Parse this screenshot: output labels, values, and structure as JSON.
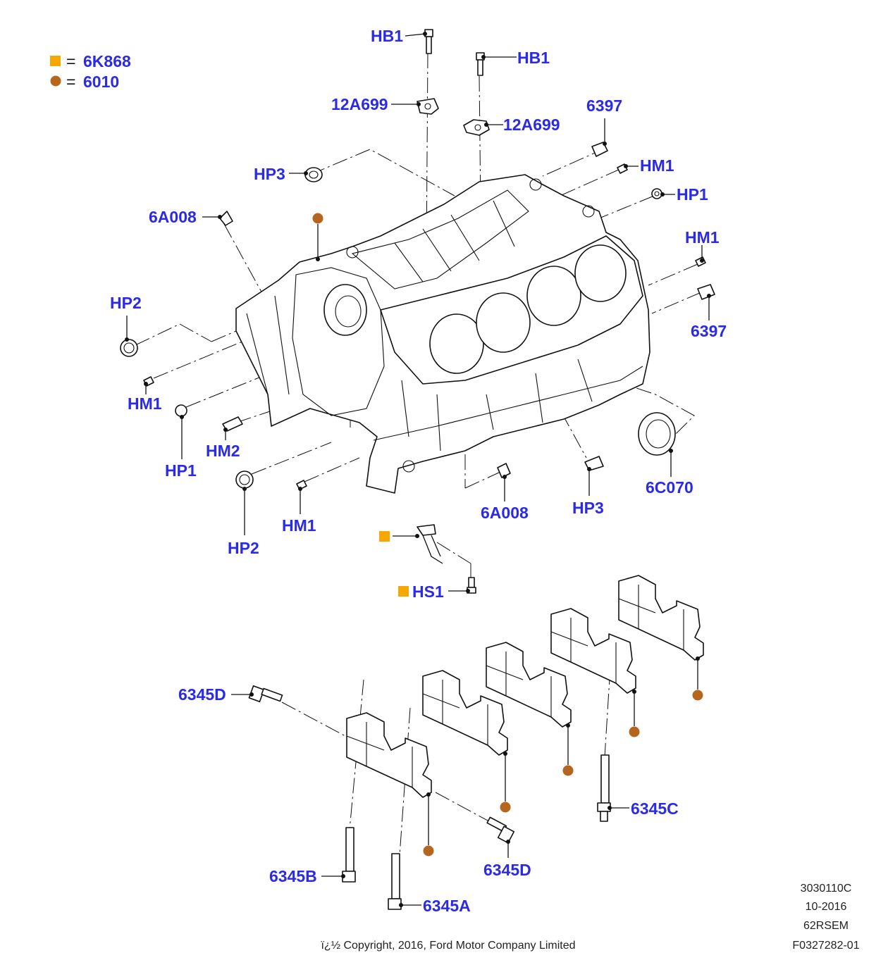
{
  "legend": {
    "items": [
      {
        "symbol": "square",
        "color": "#f7a800",
        "equals": "=",
        "code": "6K868"
      },
      {
        "symbol": "circle",
        "color": "#b5651d",
        "equals": "=",
        "code": "6010"
      }
    ]
  },
  "callouts": {
    "hb1_a": "HB1",
    "hb1_b": "HB1",
    "c12a699_a": "12A699",
    "c12a699_b": "12A699",
    "c6397_a": "6397",
    "c6397_b": "6397",
    "hm1_a": "HM1",
    "hm1_b": "HM1",
    "hm1_c": "HM1",
    "hm1_d": "HM1",
    "hp1_a": "HP1",
    "hp1_b": "HP1",
    "hp2_a": "HP2",
    "hp2_b": "HP2",
    "hp3_a": "HP3",
    "hp3_b": "HP3",
    "hm2": "HM2",
    "c6a008_a": "6A008",
    "c6a008_b": "6A008",
    "c6c070": "6C070",
    "hs1": "HS1",
    "c6345d_a": "6345D",
    "c6345d_b": "6345D",
    "c6345c": "6345C",
    "c6345b": "6345B",
    "c6345a": "6345A"
  },
  "footer": {
    "code": "3030110C",
    "date": "10-2016",
    "model": "62RSEM",
    "figure": "F0327282-01",
    "copyright": "ï¿½ Copyright, 2016, Ford Motor Company Limited"
  },
  "colors": {
    "label": "#2a2ae8",
    "square_marker": "#f7a800",
    "circle_marker": "#b5651d",
    "line": "#111111"
  }
}
